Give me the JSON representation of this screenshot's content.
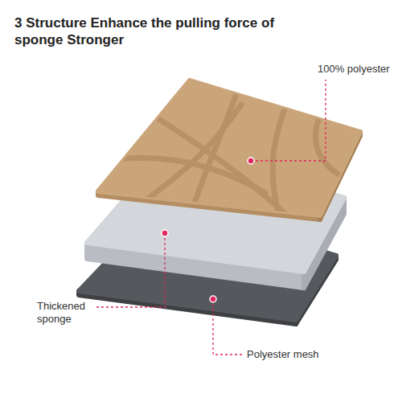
{
  "diagram": {
    "title": "3 Structure Enhance the pulling force of sponge Stronger",
    "labels": [
      "100% polyester",
      "Thickened sponge",
      "Polyester mesh"
    ]
  }
}
